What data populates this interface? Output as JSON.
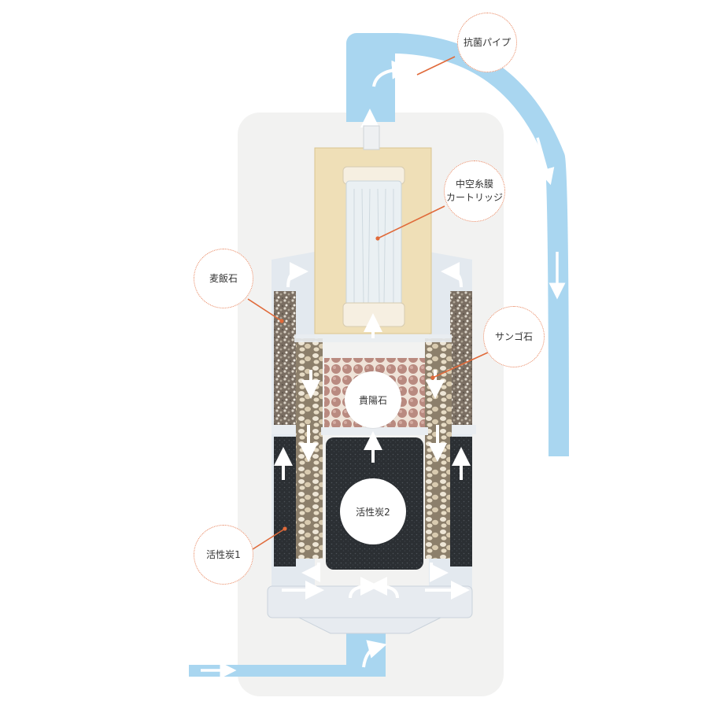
{
  "diagram": {
    "labels": {
      "antibacterial_pipe": "抗菌パイプ",
      "hollow_fiber_cartridge": "中空糸膜\nカートリッジ",
      "bakuhanseki": "麦飯石",
      "coral_stone": "サンゴ石",
      "kishoseki": "貴陽石",
      "activated_carbon_2": "活性炭2",
      "activated_carbon_1": "活性炭1"
    },
    "colors": {
      "callout_border": "#e8825a",
      "leader_line": "#e06a3a",
      "water_flow": "#a9d6f0",
      "flow_arrow": "#ffffff",
      "cartridge_fill": "#efdfb7",
      "carbon": "#2b2f33",
      "ceramic_balls": "#b98a80"
    }
  }
}
